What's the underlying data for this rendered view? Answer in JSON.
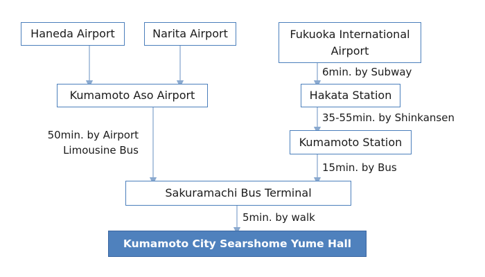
{
  "nodes": {
    "haneda": "Haneda Airport",
    "narita": "Narita Airport",
    "fukuoka_line1": "Fukuoka International",
    "fukuoka_line2": "Airport",
    "kumamoto_aso": "Kumamoto Aso Airport",
    "hakata": "Hakata Station",
    "kumamoto_station": "Kumamoto Station",
    "sakuramachi": "Sakuramachi Bus Terminal",
    "destination": "Kumamoto City Searshome Yume Hall"
  },
  "routes": {
    "subway": "6min. by Subway",
    "shinkansen": "35-55min. by Shinkansen",
    "limousine_line1": "50min. by Airport",
    "limousine_line2": "Limousine Bus",
    "bus": "15min. by Bus",
    "walk": "5min. by walk"
  },
  "colors": {
    "border": "#4a7ebb",
    "arrow": "#8aa9cf",
    "final_fill": "#4f81bd",
    "final_text": "#ffffff"
  }
}
